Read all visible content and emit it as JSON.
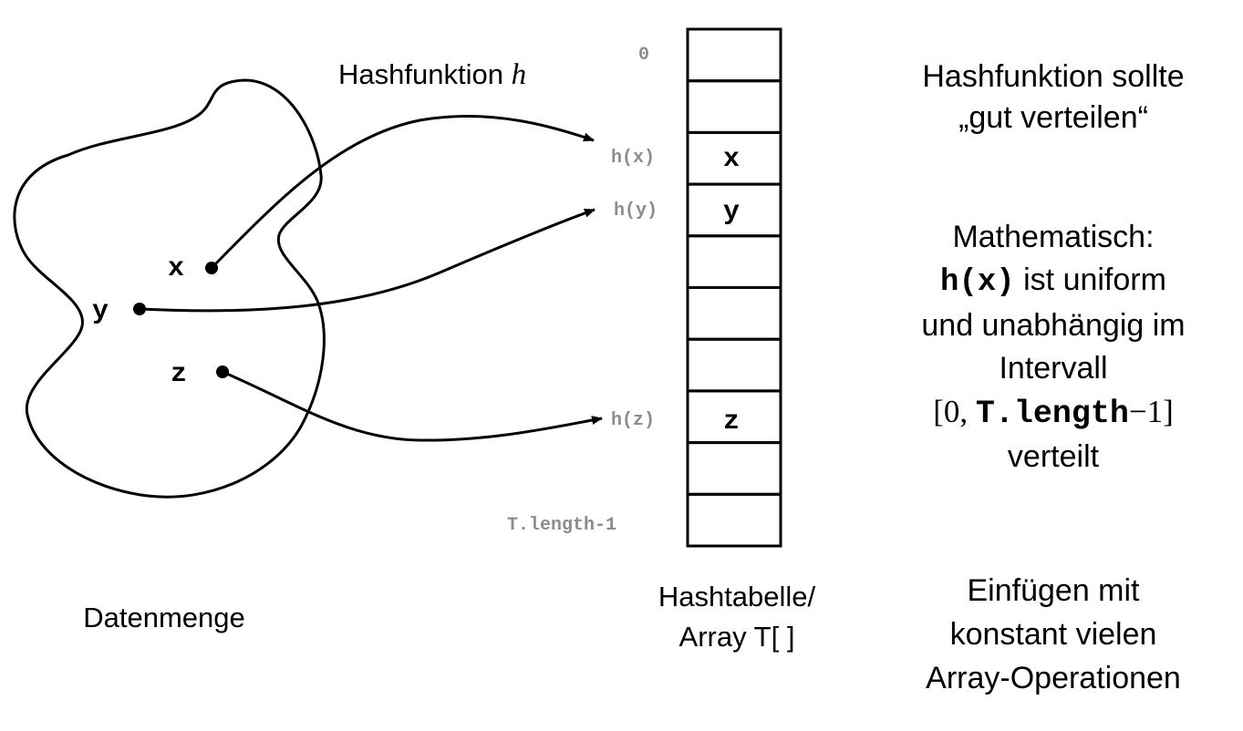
{
  "hash_function_label": {
    "text": "Hashfunktion",
    "symbol": "h"
  },
  "dataset_label": "Datenmenge",
  "set_elements": [
    "x",
    "y",
    "z"
  ],
  "table": {
    "cell_count": 10,
    "index_labels": {
      "first": "0",
      "hx": "h(x)",
      "hy": "h(y)",
      "hz": "h(z)",
      "last": "T.length-1"
    },
    "entries": {
      "x": "x",
      "y": "y",
      "z": "z"
    },
    "caption_line1": "Hashtabelle/",
    "caption_line2": "Array T[ ]"
  },
  "notes": {
    "distribution_line1": "Hashfunktion sollte",
    "distribution_line2": "„gut verteilen“",
    "math_line1": "Mathematisch:",
    "math_code": "h(x)",
    "math_line2_rest": " ist uniform",
    "math_line3": "und unabhängig im",
    "math_line4": "Intervall",
    "interval_open": "[0, ",
    "interval_code": "T.length",
    "interval_close": "−1]",
    "math_line6": "verteilt",
    "insert_line1": "Einfügen mit",
    "insert_line2": "konstant vielen",
    "insert_line3": "Array-Operationen"
  },
  "colors": {
    "index_label": "#8c8c8c",
    "stroke": "#000000"
  }
}
